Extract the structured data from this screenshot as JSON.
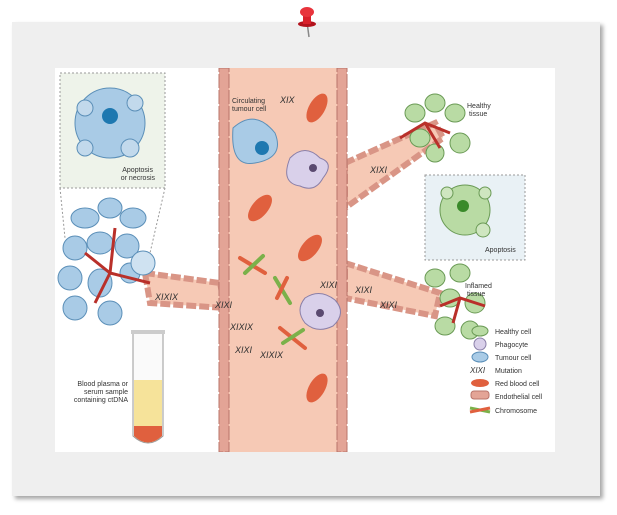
{
  "labels": {
    "circulating": [
      "Circulating",
      "tumour cell"
    ],
    "healthy_tissue": [
      "Healthy",
      "tissue"
    ],
    "apoptosis_necrosis": [
      "Apoptosis",
      "or necrosis"
    ],
    "apoptosis": "Apoptosis",
    "inflamed_tissue": [
      "Inflamed",
      "tissue"
    ],
    "blood_sample": [
      "Blood plasma or",
      "serum sample",
      "containing ctDNA"
    ]
  },
  "legend": [
    {
      "icon": "healthy-cell-icon",
      "label": "Healthy cell"
    },
    {
      "icon": "phagocyte-icon",
      "label": "Phagocyte"
    },
    {
      "icon": "tumour-cell-icon",
      "label": "Tumour cell"
    },
    {
      "icon": "mutation-icon",
      "label": "Mutation"
    },
    {
      "icon": "red-blood-cell-icon",
      "label": "Red blood cell"
    },
    {
      "icon": "endothelial-cell-icon",
      "label": "Endothelial cell"
    },
    {
      "icon": "chromosome-icon",
      "label": "Chromosome"
    }
  ],
  "colors": {
    "vessel": "#f6c9b5",
    "wall": "#e3a496",
    "rbc": "#e0603e",
    "tumour": "#a9cbe6",
    "healthy": "#b9dba4",
    "pin": "#d8202a"
  }
}
